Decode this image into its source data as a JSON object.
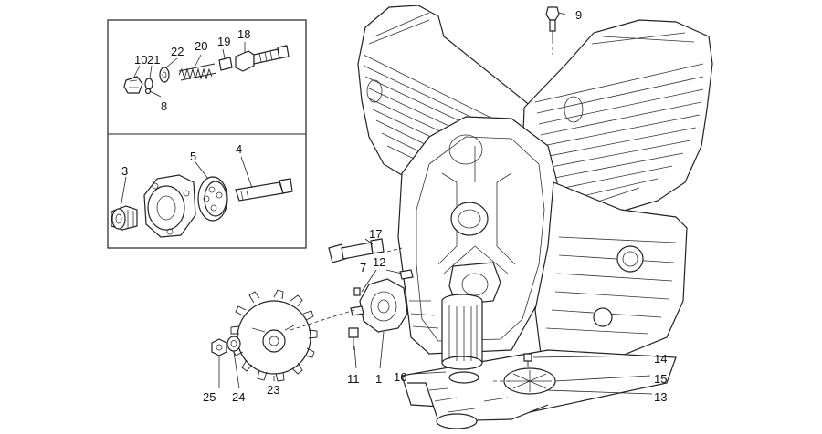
{
  "labels": {
    "l1": "1",
    "l3": "3",
    "l4": "4",
    "l5": "5",
    "l7": "7",
    "l8": "8",
    "l9": "9",
    "l10": "10",
    "l11": "11",
    "l12": "12",
    "l13": "13",
    "l14": "14",
    "l15": "15",
    "l16": "16",
    "l17": "17",
    "l18": "18",
    "l19": "19",
    "l20": "20",
    "l21": "21",
    "l22": "22",
    "l23": "23",
    "l24": "24",
    "l25": "25"
  },
  "colors": {
    "line": "#222222",
    "background": "#ffffff"
  }
}
